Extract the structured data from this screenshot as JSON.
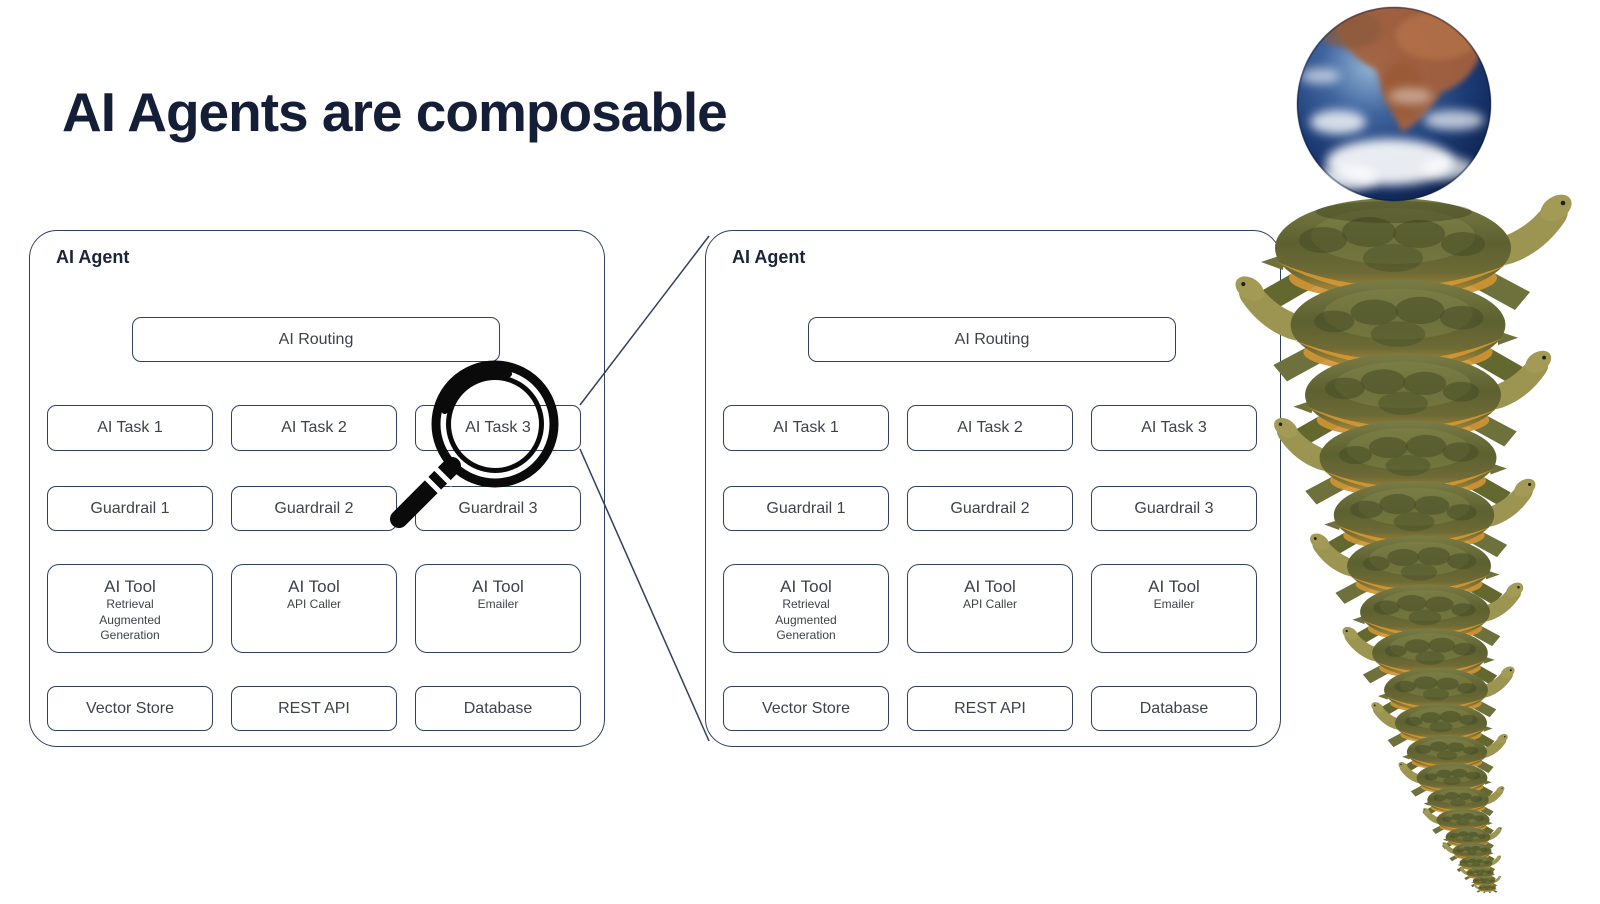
{
  "title": "AI Agents are composable",
  "agent": {
    "label": "AI Agent",
    "routing": "AI Routing",
    "tasks": [
      "AI Task 1",
      "AI Task 2",
      "AI Task 3"
    ],
    "guardrails": [
      "Guardrail 1",
      "Guardrail 2",
      "Guardrail 3"
    ],
    "tools": [
      {
        "title": "AI Tool",
        "subtitle": "Retrieval Augmented Generation"
      },
      {
        "title": "AI Tool",
        "subtitle": "API Caller"
      },
      {
        "title": "AI Tool",
        "subtitle": "Emailer"
      }
    ],
    "resources": [
      "Vector Store",
      "REST API",
      "Database"
    ]
  },
  "icons": {
    "magnifier": "magnifying-glass",
    "illustration": "earth-on-turtle-stack"
  },
  "colors": {
    "outline": "#31405f",
    "title_text": "#151e37",
    "box_text": "#3d424c",
    "magnifier": "#0a0a0a",
    "earth_blue": "#1c3a74",
    "turtle_olive": "#5c6130",
    "turtle_gold": "#cf9434"
  }
}
